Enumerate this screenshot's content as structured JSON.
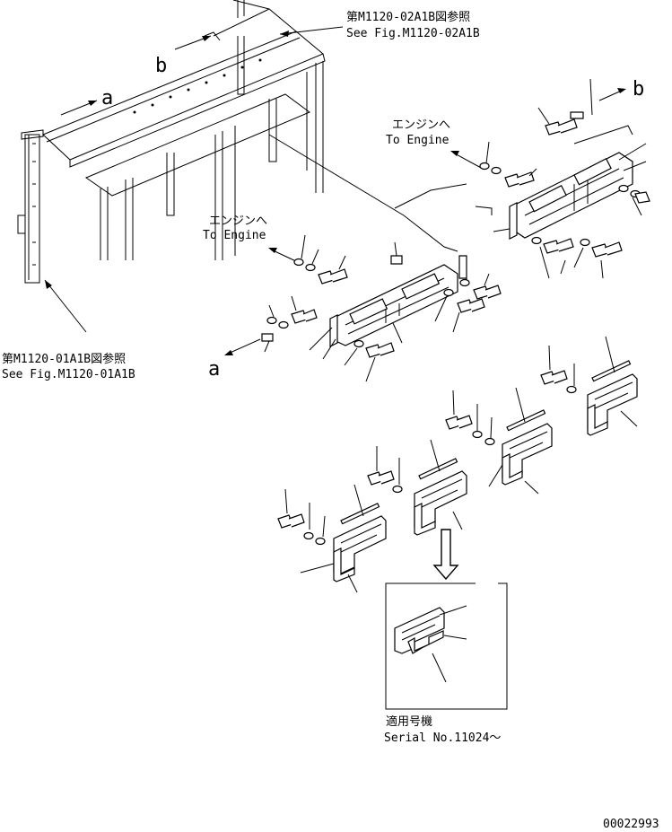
{
  "refs": {
    "fig_02_jp": "第M1120-02A1B図参照",
    "fig_02_en": "See Fig.M1120-02A1B",
    "fig_01_jp": "第M1120-01A1B図参照",
    "fig_01_en": "See Fig.M1120-01A1B"
  },
  "engine": {
    "upper_jp": "エンジンへ",
    "upper_en": "To Engine",
    "lower_jp": "エンジンへ",
    "lower_en": "To Engine"
  },
  "markers": {
    "a": "a",
    "b": "b"
  },
  "serial": {
    "jp": "適用号機",
    "en": "Serial No.11024～"
  },
  "drawing_number": "00022993"
}
